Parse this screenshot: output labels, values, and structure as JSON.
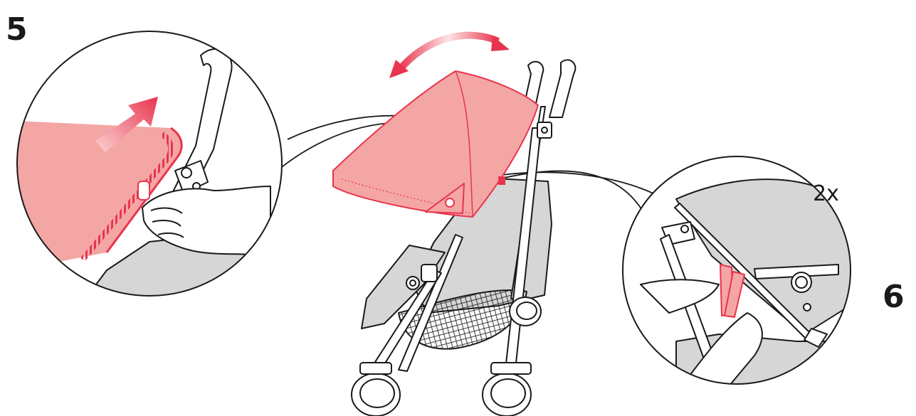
{
  "steps": {
    "step_a": "5",
    "step_b": "6"
  },
  "repeat_label": "2x",
  "colors": {
    "fabric": "#f4a6a4",
    "accent": "#e8344e",
    "seat": "#d6d6d6",
    "line": "#1a1a1a"
  },
  "icons": {
    "push_arrow": "arrow-up-right-icon",
    "rotate_arrow": "double-curved-arrow-icon"
  }
}
